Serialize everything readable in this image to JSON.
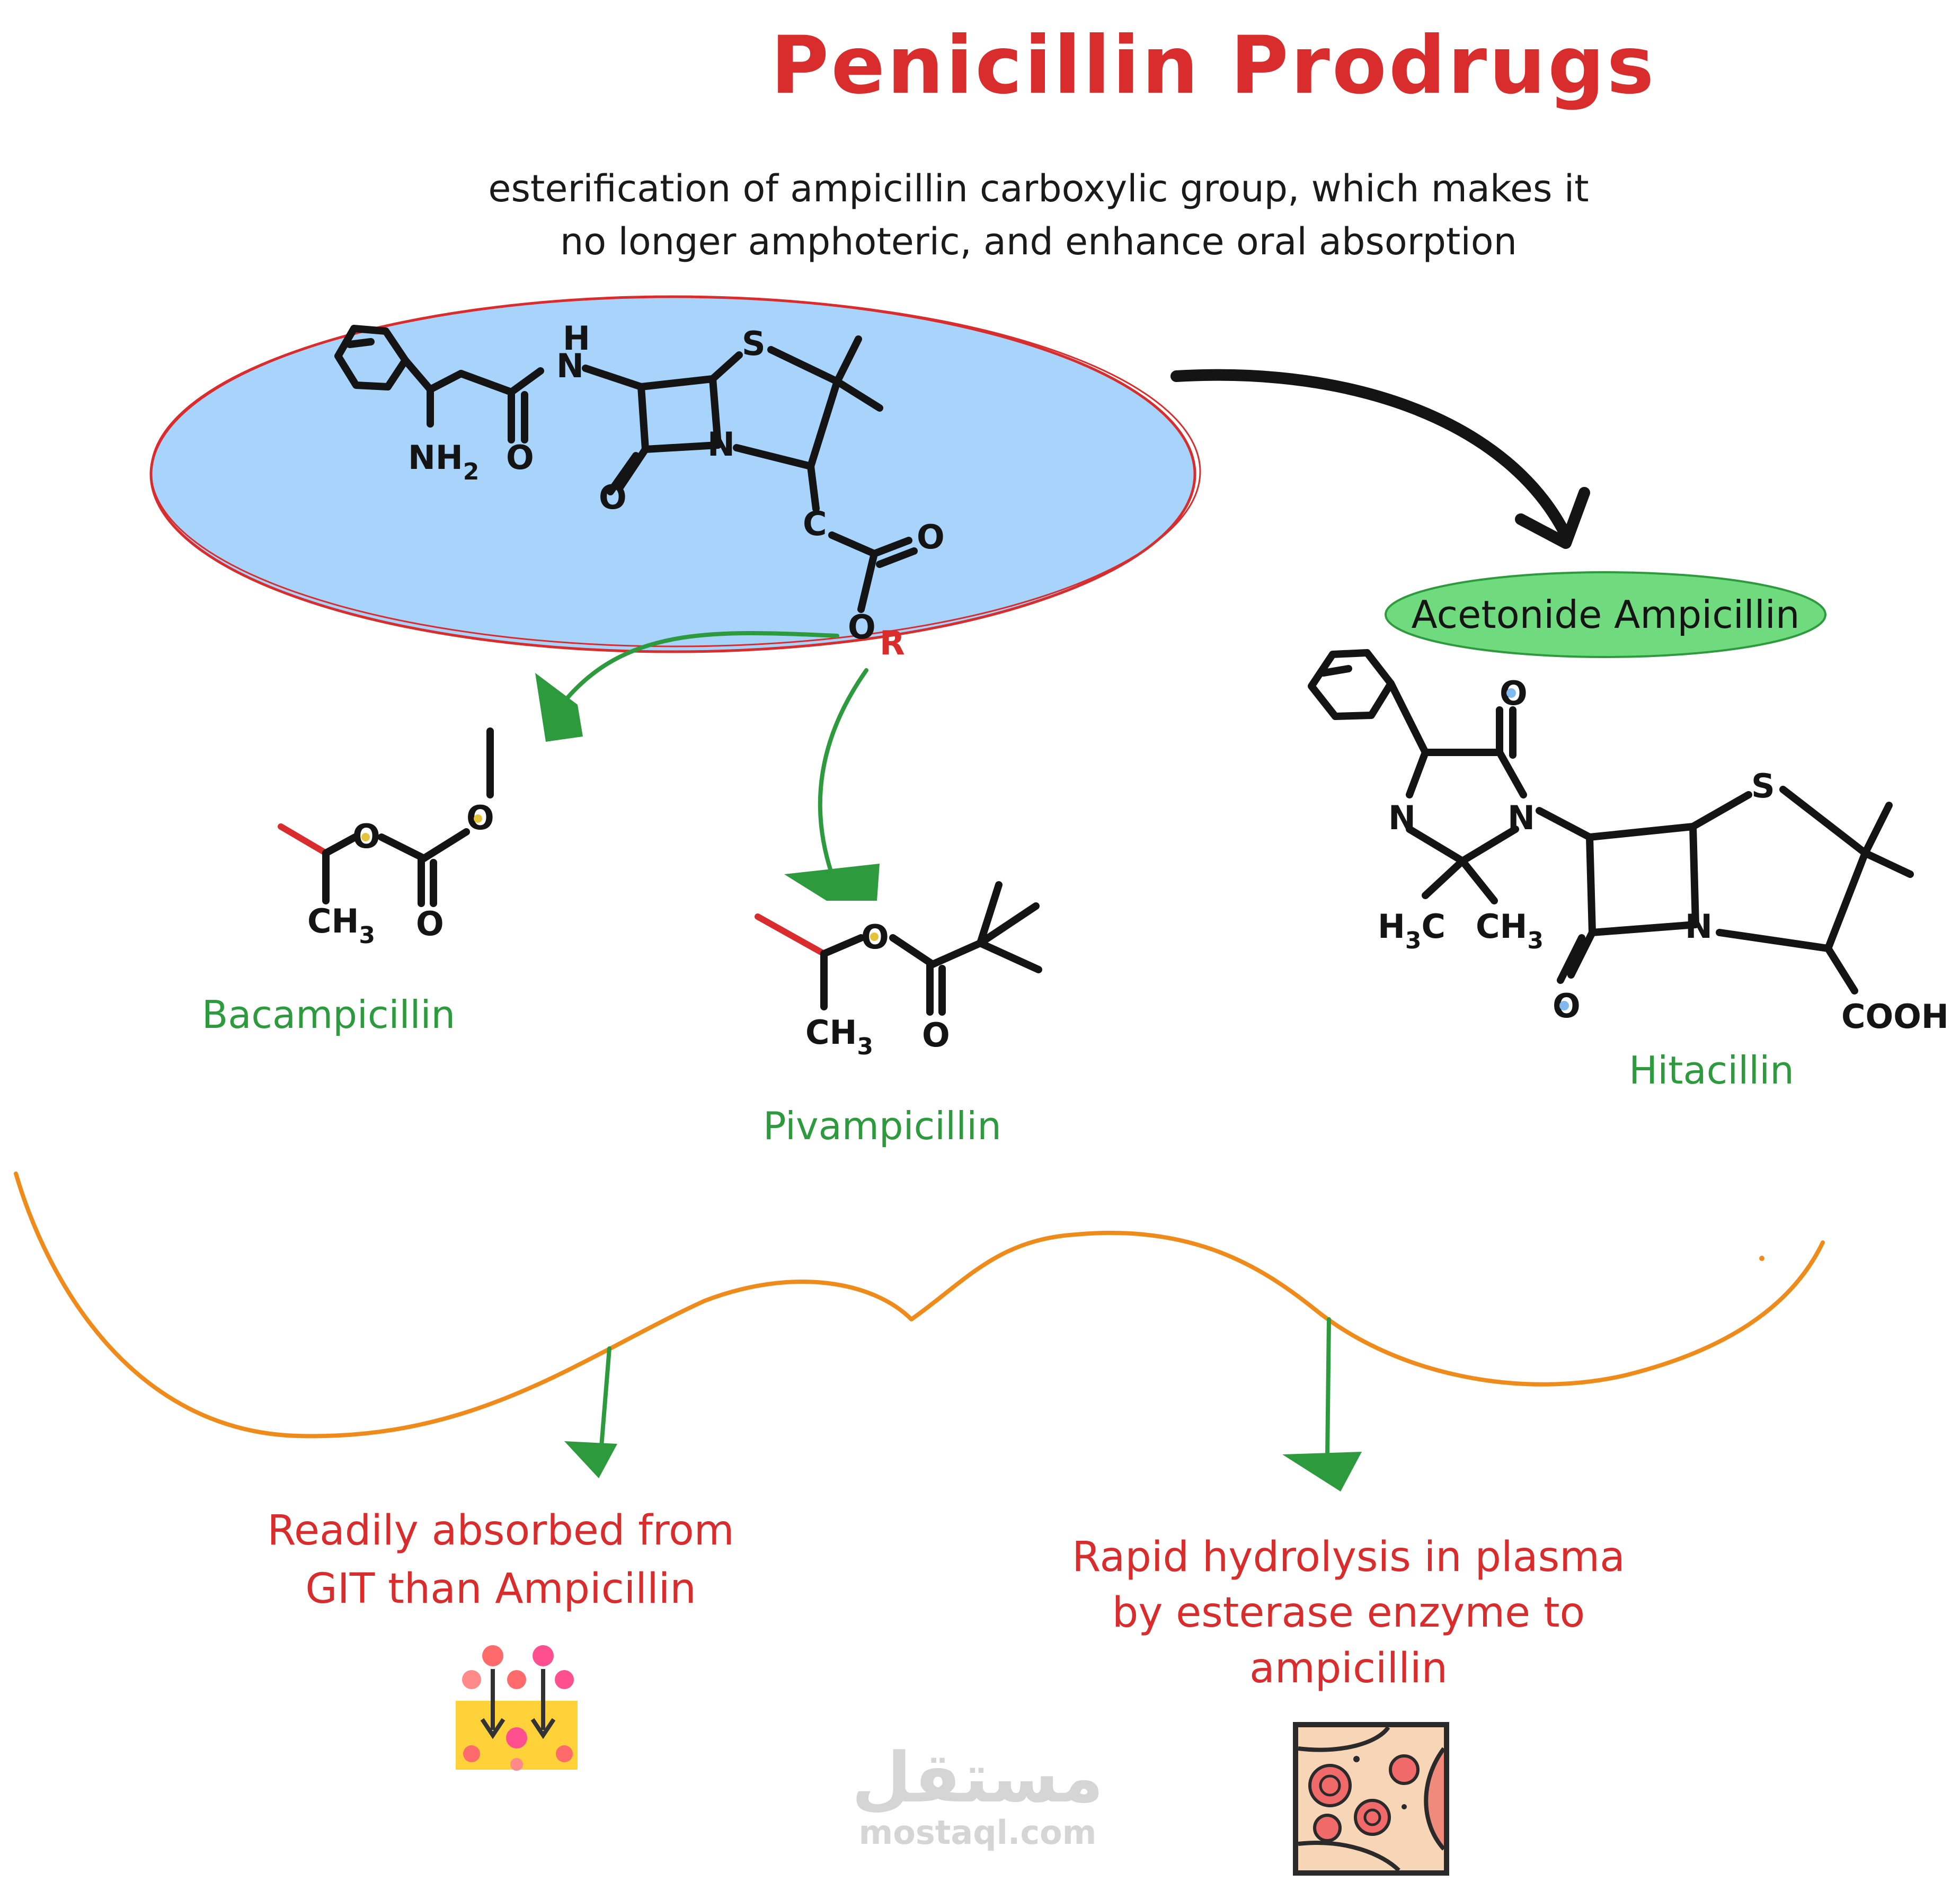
{
  "title": "Penicillin Prodrugs",
  "description": {
    "line1": "esterification of ampicillin carboxylic group, which makes it",
    "line2": "no longer amphoteric, and enhance oral absorption"
  },
  "main_structure": {
    "atoms": {
      "n_amide": "N",
      "h_amide": "H",
      "nh2": "NH",
      "nh2_sub": "2",
      "o_amide": "O",
      "s": "S",
      "n_ring": "N",
      "o_lactam": "O",
      "c_carbon": "C",
      "o_carbonyl": "O",
      "o_ester": "O",
      "r_group": "R"
    },
    "colors": {
      "ellipse_fill": "#a8d4fb",
      "ellipse_stroke": "#d92d2d",
      "r_group": "#d92d2d"
    }
  },
  "bacampicillin": {
    "label": "Bacampicillin",
    "atoms": {
      "o_ether": "O",
      "o_carbonyl": "O",
      "o_top": "O",
      "ch3": "CH",
      "ch3_sub": "3"
    }
  },
  "pivampicillin": {
    "label": "Pivampicillin",
    "atoms": {
      "o_ether": "O",
      "o_carbonyl": "O",
      "ch3": "CH",
      "ch3_sub": "3"
    }
  },
  "acetonide": {
    "badge": "Acetonide Ampicillin",
    "badge_color": "#6fda7e",
    "label": "Hitacillin",
    "atoms": {
      "o_top": "O",
      "n_left": "N",
      "n_right": "N",
      "h3c": "H",
      "h3c_sub": "3",
      "h3c_c": "C",
      "ch3": "CH",
      "ch3_sub": "3",
      "s": "S",
      "n_ring": "N",
      "o_lactam": "O",
      "cooh": "COOH"
    }
  },
  "notes": {
    "left_line1": "Readily absorbed from",
    "left_line2": "GIT than Ampicillin",
    "right_line1": "Rapid hydrolysis in plasma",
    "right_line2": "by esterase enzyme to",
    "right_line3": "ampicillin"
  },
  "icons": {
    "absorption": "absorption-icon",
    "blood_cells": "blood-cells-icon"
  },
  "watermark": {
    "arabic": "مستقل",
    "domain": "mostaql.com"
  },
  "colors": {
    "title": "#d92d2d",
    "green": "#2e9a3e",
    "orange": "#ef8b1a",
    "notes": "#d92d2d"
  }
}
